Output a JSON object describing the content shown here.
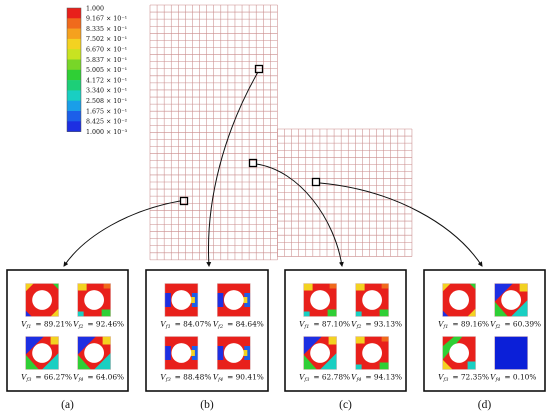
{
  "legend": {
    "labels": [
      "1.000",
      "9.167 × 10⁻¹",
      "8.335 × 10⁻¹",
      "7.502 × 10⁻¹",
      "6.670 × 10⁻¹",
      "5.837 × 10⁻¹",
      "5.005 × 10⁻¹",
      "4.172 × 10⁻¹",
      "3.340 × 10⁻¹",
      "2.508 × 10⁻¹",
      "1.675 × 10⁻¹",
      "8.425 × 10⁻²",
      "1.000 × 10⁻³"
    ],
    "colors": [
      "#e8201b",
      "#f06a1c",
      "#f5a11e",
      "#f3d221",
      "#c8e321",
      "#78d628",
      "#2fcf35",
      "#1dcf78",
      "#19cfc2",
      "#1a9ee8",
      "#1c5fe9",
      "#1d2fe2"
    ]
  },
  "mesh": {
    "line_color": "#c98b8b",
    "background": "#ffffff"
  },
  "panels": [
    {
      "caption": "(a)",
      "cells": [
        {
          "label_sym": "V",
          "label_sub": "f1",
          "value": "= 89.21%",
          "volume_fraction": 0.8921,
          "pattern": "red-corners-yellow"
        },
        {
          "label_sym": "V",
          "label_sub": "f2",
          "value": "= 92.46%",
          "volume_fraction": 0.9246,
          "pattern": "red-mixed"
        },
        {
          "label_sym": "V",
          "label_sub": "f3",
          "value": "= 66.27%",
          "volume_fraction": 0.6627,
          "pattern": "blue-mixed"
        },
        {
          "label_sym": "V",
          "label_sub": "f4",
          "value": "= 64.06%",
          "volume_fraction": 0.6406,
          "pattern": "blue-mixed"
        }
      ]
    },
    {
      "caption": "(b)",
      "cells": [
        {
          "label_sym": "V",
          "label_sub": "f1",
          "value": "= 84.07%",
          "volume_fraction": 0.8407,
          "pattern": "red-side-blue"
        },
        {
          "label_sym": "V",
          "label_sub": "f2",
          "value": "= 84.64%",
          "volume_fraction": 0.8464,
          "pattern": "red-side-blue"
        },
        {
          "label_sym": "V",
          "label_sub": "f3",
          "value": "= 88.48%",
          "volume_fraction": 0.8848,
          "pattern": "red-side-blue"
        },
        {
          "label_sym": "V",
          "label_sub": "f4",
          "value": "= 90.41%",
          "volume_fraction": 0.9041,
          "pattern": "red-side-blue"
        }
      ]
    },
    {
      "caption": "(c)",
      "cells": [
        {
          "label_sym": "V",
          "label_sub": "f1",
          "value": "= 87.10%",
          "volume_fraction": 0.871,
          "pattern": "red-mixed"
        },
        {
          "label_sym": "V",
          "label_sub": "f2",
          "value": "= 93.13%",
          "volume_fraction": 0.9313,
          "pattern": "red-mixed"
        },
        {
          "label_sym": "V",
          "label_sub": "f3",
          "value": "= 62.78%",
          "volume_fraction": 0.6278,
          "pattern": "blue-mixed"
        },
        {
          "label_sym": "V",
          "label_sub": "f4",
          "value": "= 94.13%",
          "volume_fraction": 0.9413,
          "pattern": "red-mixed"
        }
      ]
    },
    {
      "caption": "(d)",
      "cells": [
        {
          "label_sym": "V",
          "label_sub": "f1",
          "value": "= 89.16%",
          "volume_fraction": 0.8916,
          "pattern": "red-corners-yellow"
        },
        {
          "label_sym": "V",
          "label_sub": "f2",
          "value": "= 60.39%",
          "volume_fraction": 0.6039,
          "pattern": "blue-mixed"
        },
        {
          "label_sym": "V",
          "label_sub": "f3",
          "value": "= 72.35%",
          "volume_fraction": 0.7235,
          "pattern": "green-mixed"
        },
        {
          "label_sym": "V",
          "label_sub": "f4",
          "value": "= 0.10%",
          "volume_fraction": 0.001,
          "pattern": "solid-blue"
        }
      ]
    }
  ]
}
